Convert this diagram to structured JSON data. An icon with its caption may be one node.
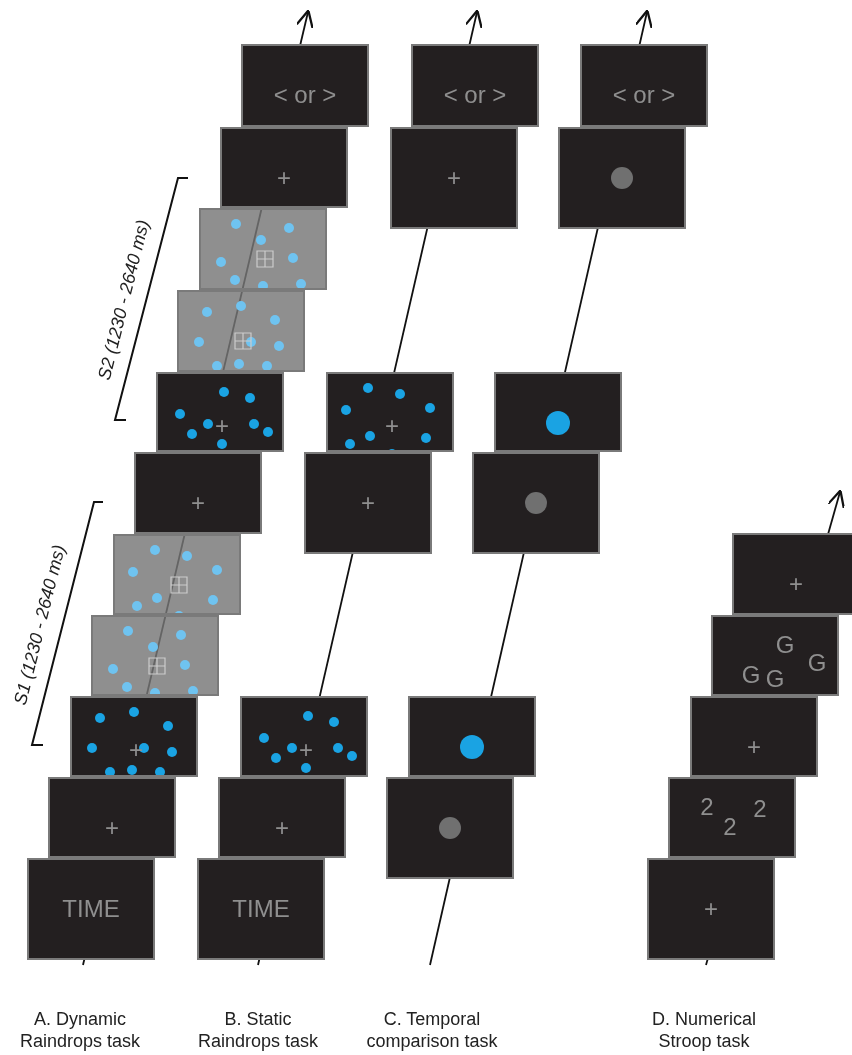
{
  "diagram": {
    "nodes": [
      {
        "text": [
          "< or >"
        ]
      },
      {
        "text": [
          "+"
        ]
      },
      {
        "text": [],
        "shape": "box"
      },
      {
        "text": [],
        "shape": "box"
      },
      {
        "text": [
          "+"
        ]
      },
      {
        "text": [
          "+"
        ]
      },
      {
        "text": [],
        "shape": "box"
      },
      {
        "text": [],
        "shape": "box"
      },
      {
        "text": [
          "+"
        ]
      },
      {
        "text": [
          "+"
        ]
      },
      {
        "text": [
          "TIME"
        ]
      },
      {
        "text": [
          "< or >"
        ]
      },
      {
        "text": [
          "+"
        ]
      },
      {
        "text": [
          "+"
        ]
      },
      {
        "text": [
          "+"
        ]
      },
      {
        "text": [
          "+"
        ]
      },
      {
        "text": [
          "+"
        ]
      },
      {
        "text": [
          "TIME"
        ]
      },
      {
        "text": [
          "< or >"
        ]
      },
      {
        "text": [],
        "shape": "box"
      },
      {
        "text": [],
        "shape": "box"
      },
      {
        "text": [],
        "shape": "box"
      },
      {
        "text": [],
        "shape": "box"
      },
      {
        "text": [],
        "shape": "box"
      },
      {
        "text": [
          "+"
        ]
      },
      {
        "text": [
          "G",
          "G",
          "G",
          "G"
        ]
      },
      {
        "text": [
          "+"
        ]
      },
      {
        "text": [
          "2",
          "2",
          "2"
        ]
      },
      {
        "text": [
          "+"
        ]
      }
    ],
    "edges": [],
    "labels": [
      "S2 (1230 - 2640 ms)",
      "S1 (1230 - 2640 ms)",
      "A. Dynamic Raindrops task",
      "B. Static Raindrops task",
      "C. Temporal comparison task",
      "D. Numerical Stroop task"
    ]
  }
}
